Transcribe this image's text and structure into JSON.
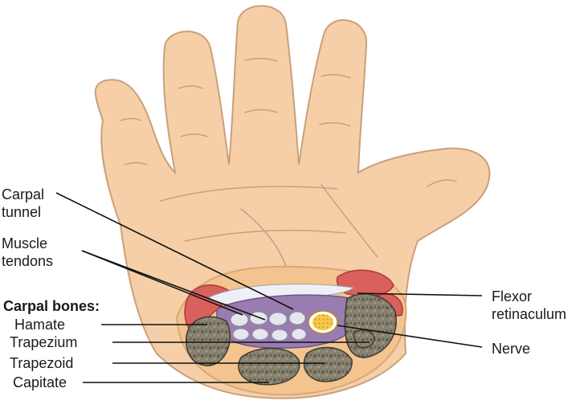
{
  "labels": {
    "carpal_tunnel": "Carpal tunnel",
    "muscle_tendons": "Muscle tendons",
    "carpal_bones_heading": "Carpal bones:",
    "hamate": "Hamate",
    "trapezium": "Trapezium",
    "trapezoid": "Trapezoid",
    "capitate": "Capitate",
    "flexor_retinaculum": "Flexor retinaculum",
    "nerve": "Nerve"
  },
  "colors": {
    "skin": "#f6cfa8",
    "skin_outline": "#c9a07c",
    "crease": "#c7a07e",
    "bone": "#7a7566",
    "bone_dark": "#4a463d",
    "muscle": "#d9605c",
    "tunnel": "#9a7db0",
    "tendon": "#e6e6ef",
    "nerve": "#f2b630",
    "retinaculum": "#eef0f6",
    "leader_line": "#111111"
  }
}
